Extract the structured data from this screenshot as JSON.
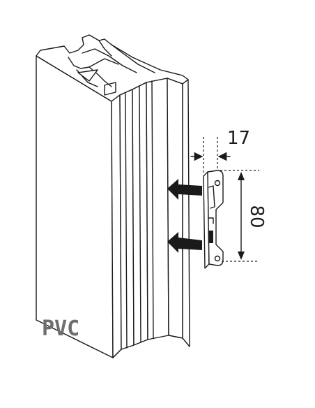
{
  "labels": {
    "material": "PVC",
    "width_dimension": "17",
    "height_dimension": "80"
  },
  "colors": {
    "line": "#1a1a1a",
    "material_label": "#6e6e6e",
    "arrow": "#1a1a1a",
    "background": "#ffffff"
  },
  "icons": {
    "arrow_upper": "arrow-left-icon",
    "arrow_lower": "arrow-left-icon"
  }
}
